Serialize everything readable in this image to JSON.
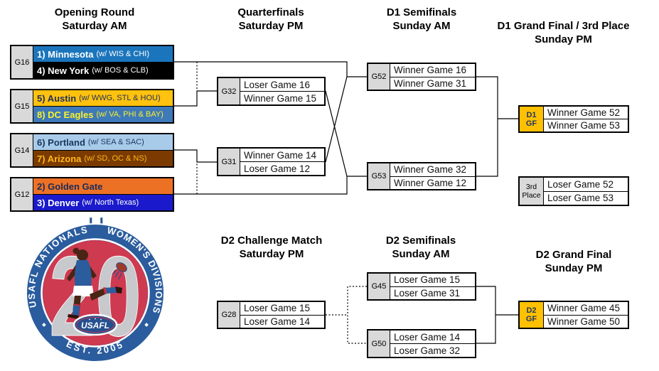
{
  "headers": {
    "opening": {
      "title": "Opening Round",
      "time": "Saturday AM"
    },
    "qf": {
      "title": "Quarterfinals",
      "time": "Saturday PM"
    },
    "d1sf": {
      "title": "D1 Semifinals",
      "time": "Sunday AM"
    },
    "d1gf": {
      "title": "D1 Grand Final / 3rd Place",
      "time": "Sunday PM"
    },
    "d2cm": {
      "title": "D2 Challenge Match",
      "time": "Saturday PM"
    },
    "d2sf": {
      "title": "D2 Semifinals",
      "time": "Sunday AM"
    },
    "d2gf": {
      "title": "D2 Grand Final",
      "time": "Sunday PM"
    }
  },
  "games": {
    "g16": {
      "label": "G16",
      "teams": [
        {
          "name": "1) Minnesota",
          "note": "(w/ WIS & CHI)",
          "bg": "#1B75BC",
          "fg": "#FFFFFF"
        },
        {
          "name": "4) New York",
          "note": "(w/ BOS & CLB)",
          "bg": "#000000",
          "fg": "#FFFFFF"
        }
      ]
    },
    "g15": {
      "label": "G15",
      "teams": [
        {
          "name": "5) Austin",
          "note": "(w/ WWG, STL & HOU)",
          "bg": "#FFC20E",
          "fg": "#1E2F5E"
        },
        {
          "name": "8) DC Eagles",
          "note": "(w/ VA, PHI & BAY)",
          "bg": "#3E79B9",
          "fg": "#FAF22A"
        }
      ]
    },
    "g14": {
      "label": "G14",
      "teams": [
        {
          "name": "6) Portland",
          "note": "(w/ SEA & SAC)",
          "bg": "#A9CBEA",
          "fg": "#17375E"
        },
        {
          "name": "7) Arizona",
          "note": "(w/ SD, OC & NS)",
          "bg": "#7B3B00",
          "fg": "#FFB81C"
        }
      ]
    },
    "g12": {
      "label": "G12",
      "teams": [
        {
          "name": "2) Golden Gate",
          "note": "",
          "bg": "#ED7125",
          "fg": "#1A2B5A"
        },
        {
          "name": "3) Denver",
          "note": "(w/ North Texas)",
          "bg": "#1A1ACC",
          "fg": "#FFFFFF"
        }
      ]
    },
    "g32": {
      "label": "G32",
      "slots": [
        "Loser Game 16",
        "Winner Game 15"
      ]
    },
    "g31": {
      "label": "G31",
      "slots": [
        "Winner Game 14",
        "Loser Game 12"
      ]
    },
    "g52": {
      "label": "G52",
      "slots": [
        "Winner Game 16",
        "Winner Game 31"
      ]
    },
    "g53": {
      "label": "G53",
      "slots": [
        "Winner Game 32",
        "Winner Game 12"
      ]
    },
    "d1gf": {
      "label_line1": "D1",
      "label_line2": "GF",
      "slots": [
        "Winner Game 52",
        "Winner Game 53"
      ]
    },
    "third": {
      "label_line1": "3rd",
      "label_line2": "Place",
      "slots": [
        "Loser Game 52",
        "Loser Game 53"
      ]
    },
    "g28": {
      "label": "G28",
      "slots": [
        "Loser Game 15",
        "Loser Game 14"
      ]
    },
    "g45": {
      "label": "G45",
      "slots": [
        "Loser Game 15",
        "Loser Game 31"
      ]
    },
    "g50": {
      "label": "G50",
      "slots": [
        "Loser Game 14",
        "Loser Game 32"
      ]
    },
    "d2gf": {
      "label_line1": "D2",
      "label_line2": "GF",
      "slots": [
        "Winner Game 45",
        "Winner Game 50"
      ]
    }
  },
  "colors": {
    "tag_bg": "#D9D9D9",
    "gf_tag_bg": "#FFC000",
    "gf_tag_fg": "#1F3864",
    "line": "#000000"
  },
  "logo": {
    "arc_left": "USAFL NATIONALS",
    "arc_right": "WOMEN'S DIVISIONS",
    "arc_bottom": "EST. 2005",
    "center_number": "20",
    "badge": "USAFL",
    "colors": {
      "ring": "#2A5C9E",
      "inner": "#CE3A50",
      "number": "#C7C9CC",
      "player": "#4A2415",
      "boot": "#2F140B",
      "jersey": "#2A5C9E",
      "cuff": "#C23040",
      "post": "#24508F"
    }
  }
}
